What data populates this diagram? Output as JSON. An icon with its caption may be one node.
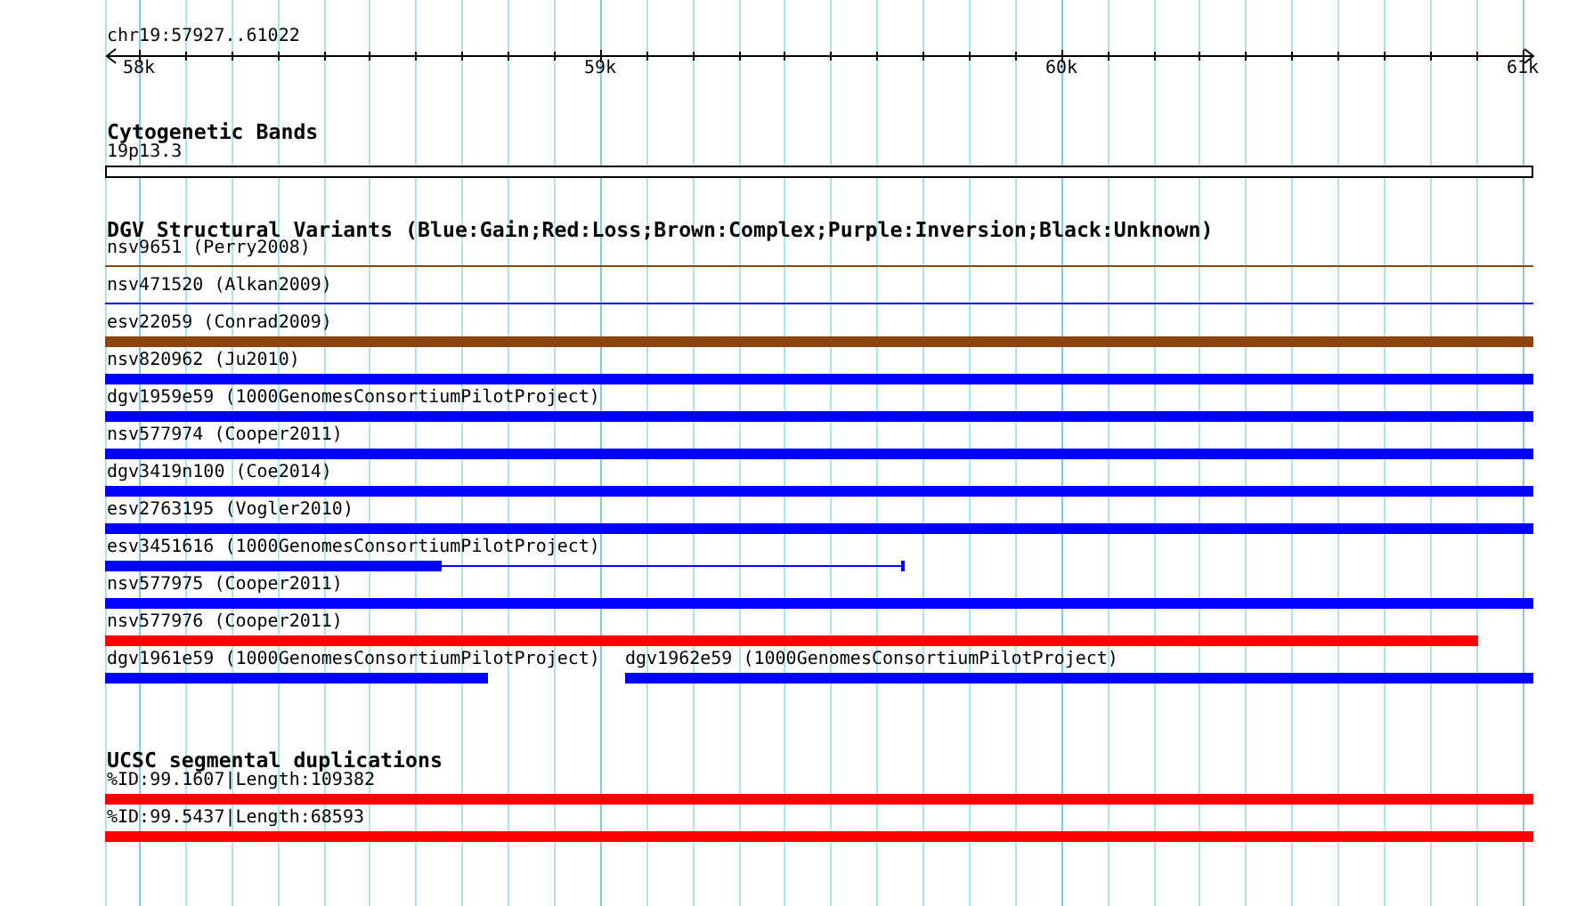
{
  "diagram": {
    "nodes": [
      {
        "text": [
          "19p13.3"
        ]
      },
      {
        "text": [
          "nsv9651 (Perry2008)"
        ]
      },
      {
        "text": [
          "nsv471520 (Alkan2009)"
        ]
      },
      {
        "text": [
          "esv22059 (Conrad2009)"
        ]
      },
      {
        "text": [
          "nsv820962 (Ju2010)"
        ]
      },
      {
        "text": [
          "dgv1959e59 (1000GenomesConsortiumPilotProject)"
        ]
      },
      {
        "text": [
          "nsv577974 (Cooper2011)"
        ]
      },
      {
        "text": [
          "dgv3419n100 (Coe2014)"
        ]
      },
      {
        "text": [
          "esv2763195 (Vogler2010)"
        ]
      },
      {
        "text": [
          "esv3451616 (1000GenomesConsortiumPilotProject)"
        ]
      },
      {
        "text": [
          "nsv577975 (Cooper2011)"
        ]
      },
      {
        "text": [
          "nsv577976 (Cooper2011)"
        ]
      },
      {
        "text": [
          "dgv1961e59 (1000GenomesConsortiumPilotProject)"
        ]
      },
      {
        "text": [
          "dgv1962e59 (1000GenomesConsortiumPilotProject)"
        ]
      },
      {
        "text": [
          "%ID:99.1607|Length:109382"
        ]
      },
      {
        "text": [
          "%ID:99.5437|Length:68593"
        ]
      }
    ],
    "labels": [
      "chr19:57927..61022",
      "58k",
      "59k",
      "60k",
      "61k",
      "Cytogenetic Bands",
      "DGV Structural Variants (Blue:Gain;Red:Loss;Brown:Complex;Purple:Inversion;Black:Unknown)",
      "UCSC segmental duplications"
    ]
  }
}
